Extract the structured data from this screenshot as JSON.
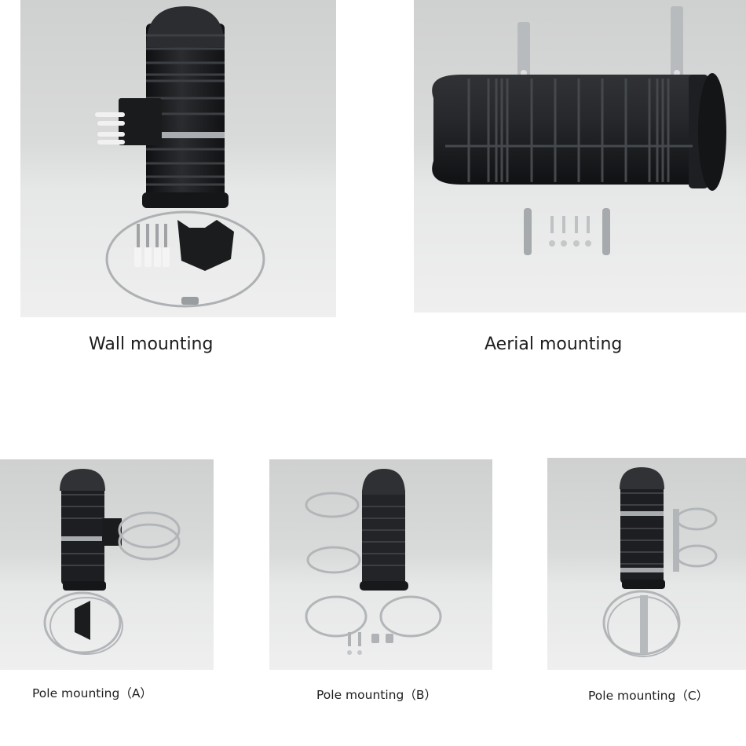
{
  "figures": [
    {
      "id": "wall",
      "caption": "Wall mounting",
      "photo_alt": "Black vertical dome fiber closure with wall bracket, wall plugs, screws and steel hose clamp"
    },
    {
      "id": "aerial",
      "caption": "Aerial mounting",
      "photo_alt": "Black horizontal dome fiber closure with two stainless steel hanging brackets, bolts and nuts"
    },
    {
      "id": "pole_a",
      "caption": "Pole mounting（A）",
      "photo_alt": "Vertical closure with plastic pole bracket and steel hose clamps"
    },
    {
      "id": "pole_b",
      "caption": "Pole mounting（B）",
      "photo_alt": "Vertical closure with two steel hose clamps, screws and small brackets"
    },
    {
      "id": "pole_c",
      "caption": "Pole mounting（C）",
      "photo_alt": "Vertical closure with stainless steel pole bracket and hose clamps"
    }
  ],
  "colors": {
    "background": "#ffffff",
    "photo_bg": "#dcdddd",
    "closure_black": "#1c1d1f",
    "steel": "#b9bcbf",
    "caption_text": "#1e1e1e"
  }
}
